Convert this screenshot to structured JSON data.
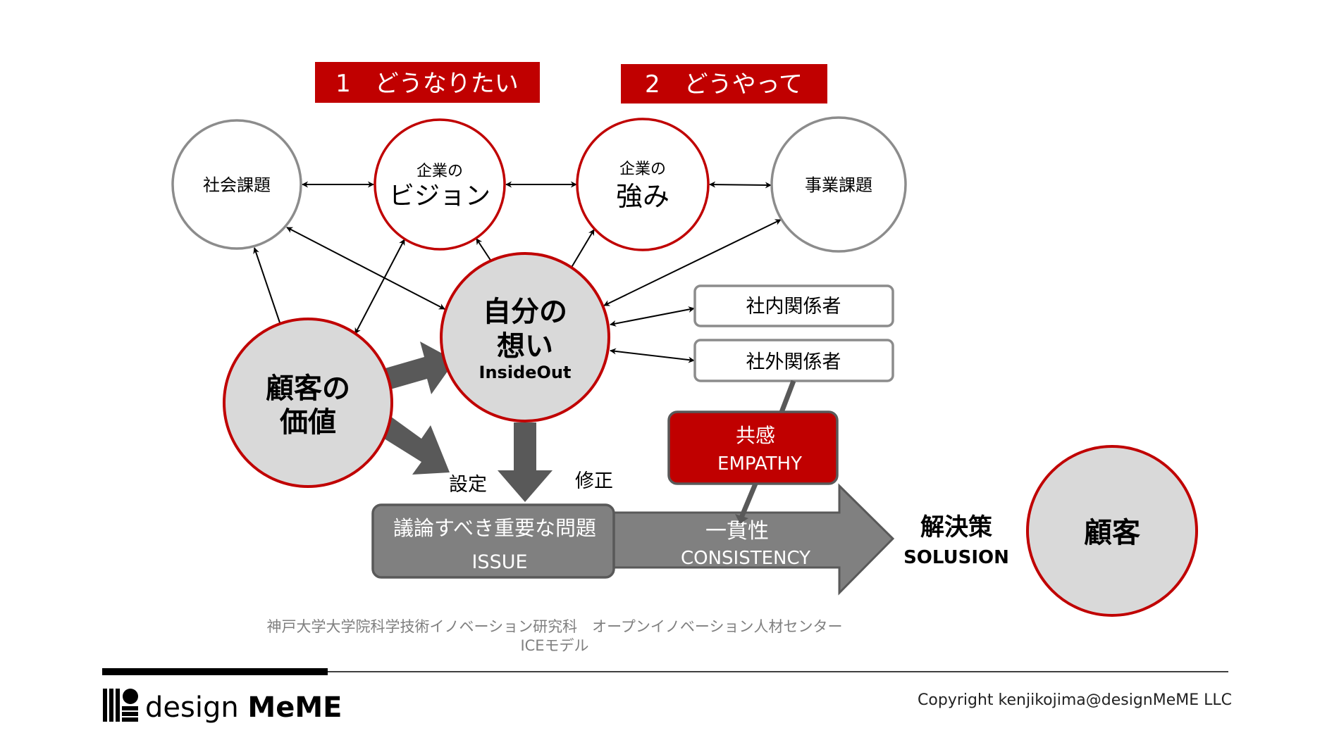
{
  "colors": {
    "red": "#c00000",
    "dark_red_stroke": "#a50d14",
    "gray_stroke": "#8c8c8c",
    "circle_fill_gray": "#d9d9d9",
    "arrow_gray": "#595959",
    "issue_fill": "#808080",
    "issue_stroke": "#595959",
    "text_dark": "#000000",
    "footer_text": "#7f7f7f"
  },
  "headers": {
    "step1": "1　どうなりたい",
    "step2": "2　どうやって"
  },
  "nodes": {
    "social_issue": "社会課題",
    "vision_top": "企業の",
    "vision_main": "ビジョン",
    "strength_top": "企業の",
    "strength_main": "強み",
    "business_issue": "事業課題",
    "self_line1": "自分の",
    "self_line2": "想い",
    "self_line3": "InsideOut",
    "value_line1": "顧客の",
    "value_line2": "価値",
    "internal": "社内関係者",
    "external": "社外関係者",
    "empathy_jp": "共感",
    "empathy_en": "EMPATHY",
    "issue_jp": "議論すべき重要な問題",
    "issue_en": "ISSUE",
    "consistency_jp": "一貫性",
    "consistency_en": "CONSISTENCY",
    "solution_jp": "解決策",
    "solution_en": "SOLUSION",
    "customer": "顧客"
  },
  "labels": {
    "set": "設定",
    "fix": "修正"
  },
  "footer": {
    "credit_line1": "神戸大学大学院科学技術イノベーション研究科　オープンイノベーション人材センター",
    "credit_line2": "ICEモデル",
    "logo_text_light": "design ",
    "logo_text_bold": "MeME",
    "copyright": "Copyright  kenjikojima@designMeME LLC"
  }
}
